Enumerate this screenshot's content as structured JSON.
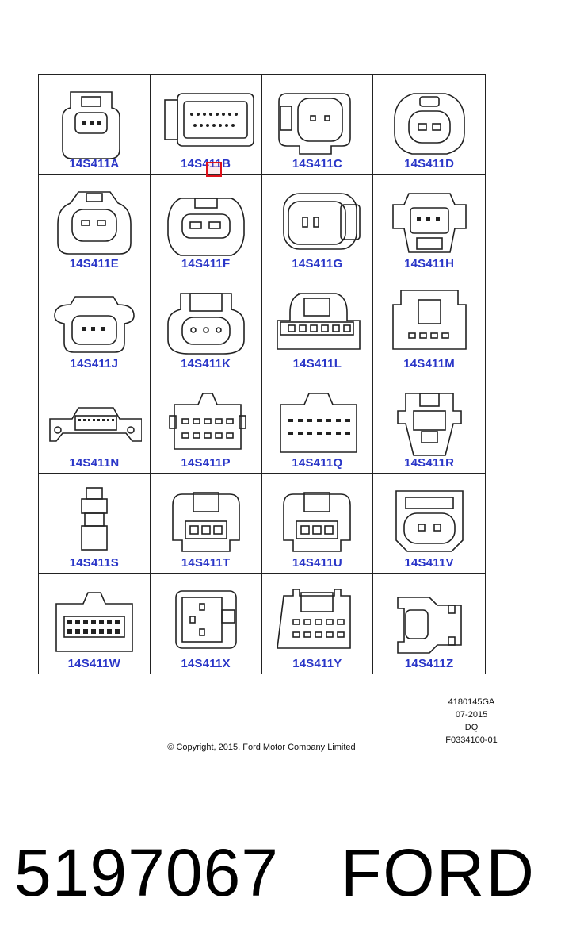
{
  "connectors": [
    {
      "label": "14S411A"
    },
    {
      "label": "14S411B"
    },
    {
      "label": "14S411C"
    },
    {
      "label": "14S411D"
    },
    {
      "label": "14S411E"
    },
    {
      "label": "14S411F"
    },
    {
      "label": "14S411G"
    },
    {
      "label": "14S411H"
    },
    {
      "label": "14S411J"
    },
    {
      "label": "14S411K"
    },
    {
      "label": "14S411L"
    },
    {
      "label": "14S411M"
    },
    {
      "label": "14S411N"
    },
    {
      "label": "14S411P"
    },
    {
      "label": "14S411Q"
    },
    {
      "label": "14S411R"
    },
    {
      "label": "14S411S"
    },
    {
      "label": "14S411T"
    },
    {
      "label": "14S411U"
    },
    {
      "label": "14S411V"
    },
    {
      "label": "14S411W"
    },
    {
      "label": "14S411X"
    },
    {
      "label": "14S411Y"
    },
    {
      "label": "14S411Z"
    }
  ],
  "reference": {
    "code": "4180145GA",
    "date": "07-2015",
    "initials": "DQ",
    "file": "F0334100-01"
  },
  "copyright": "© Copyright, 2015, Ford Motor Company Limited",
  "part_number": "5197067",
  "brand": "FORD",
  "colors": {
    "label": "#2a36c8",
    "highlight": "#e0101a"
  }
}
